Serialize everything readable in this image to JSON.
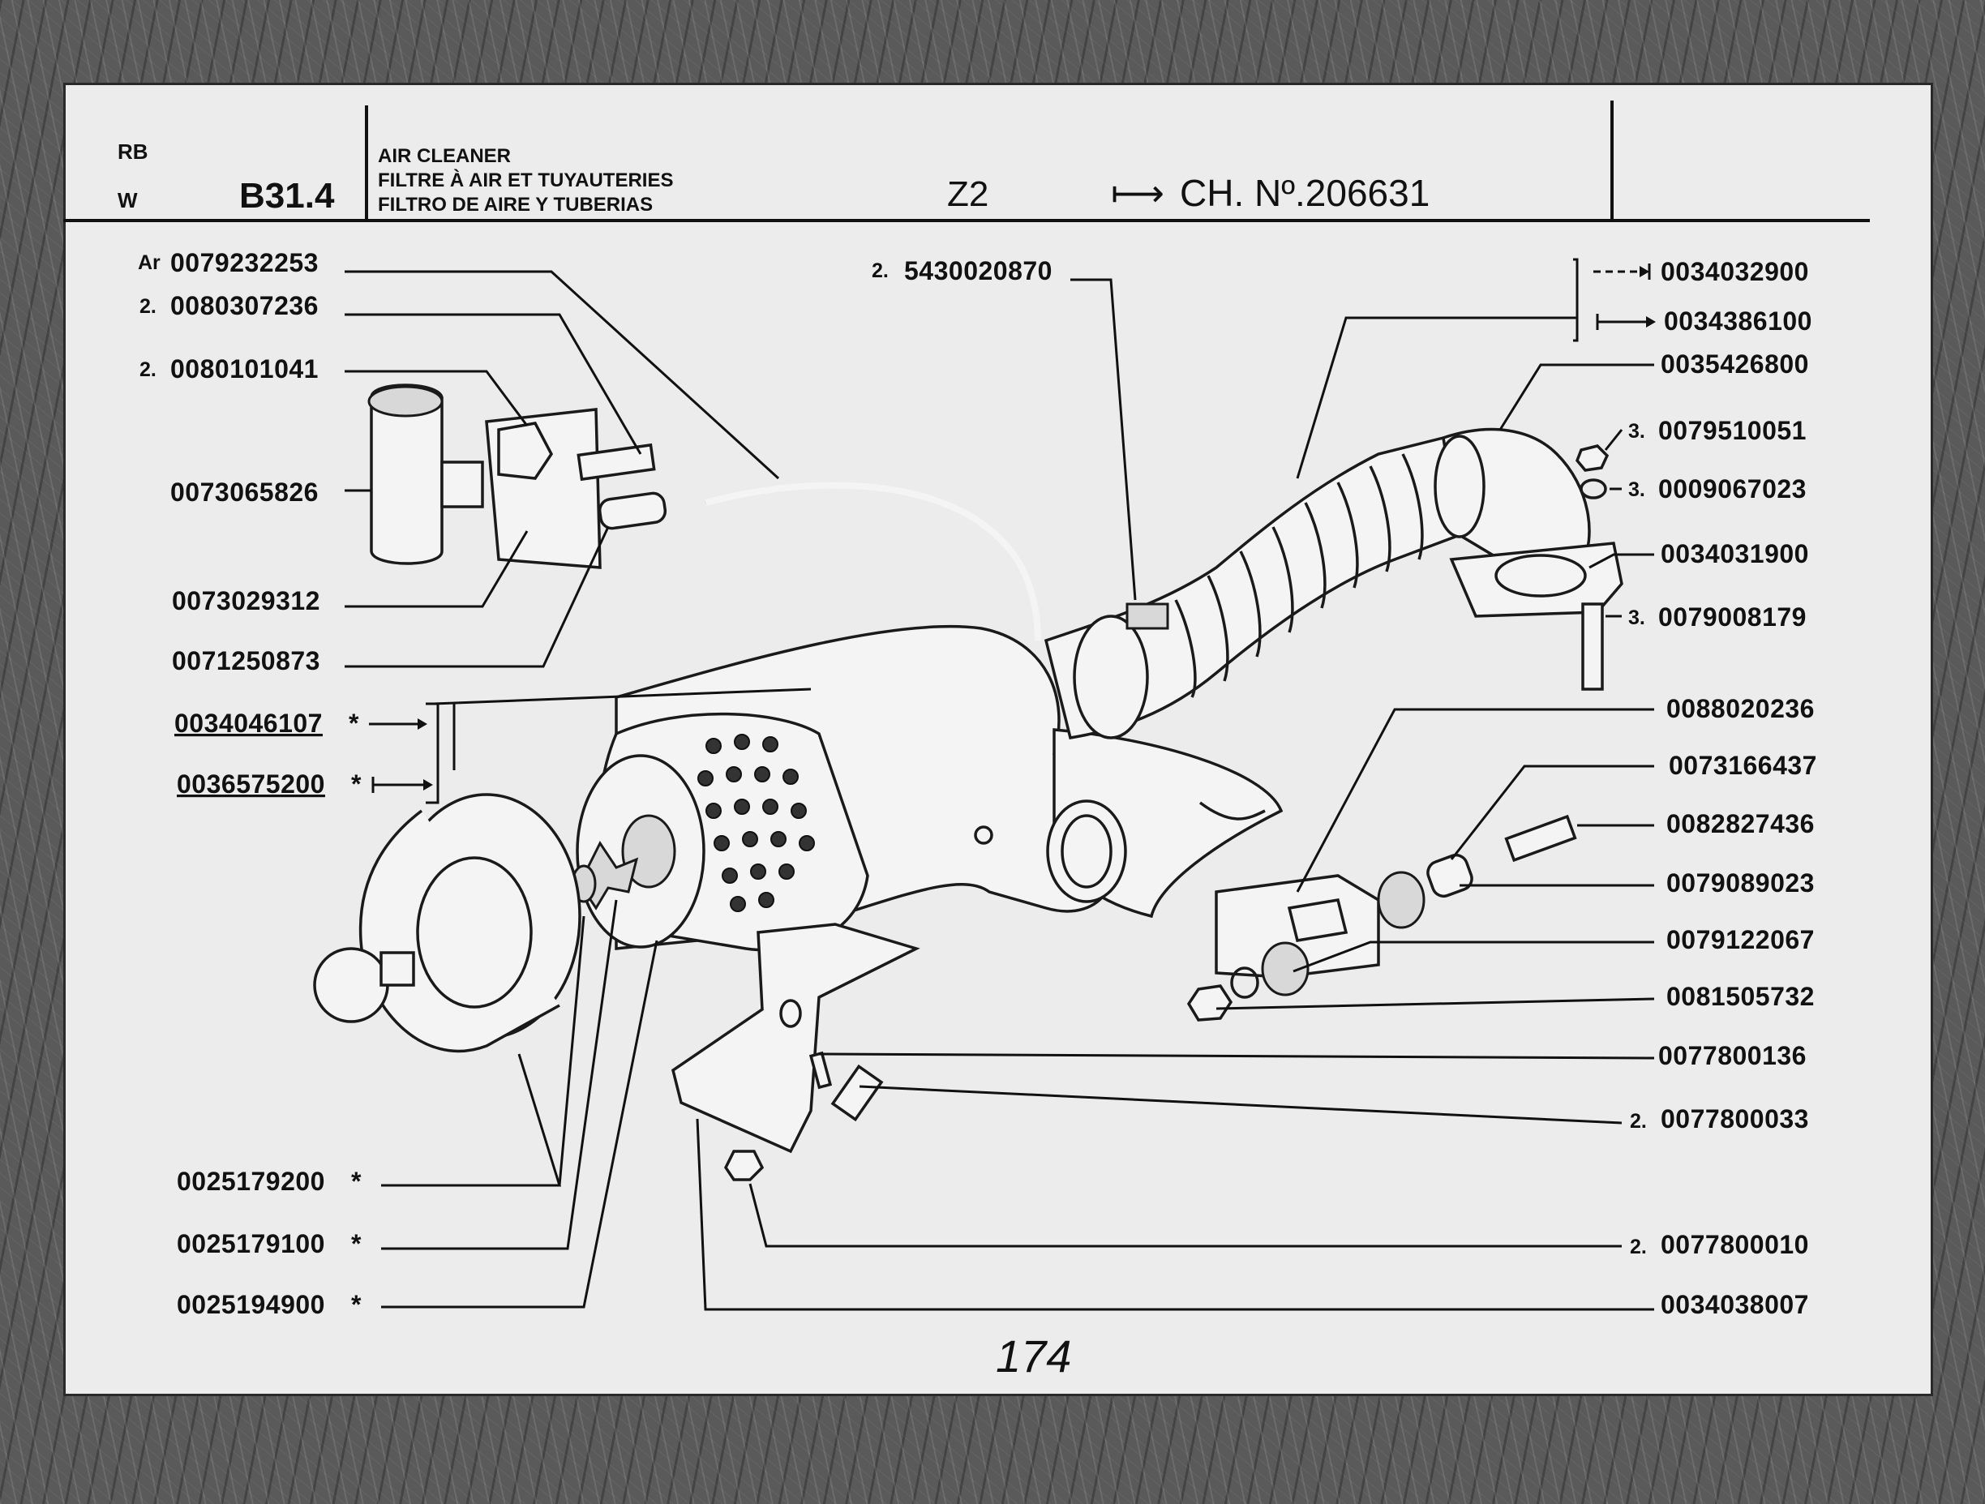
{
  "header": {
    "lang_codes": [
      "RB",
      "W"
    ],
    "section_code": "B31.4",
    "titles": [
      "AIR CLEANER",
      "FILTRE À AIR ET TUYAUTERIES",
      "FILTRO DE AIRE Y TUBERIAS"
    ],
    "model": "Z2",
    "arrow_symbol": "⟼",
    "chassis": "CH. Nº.206631"
  },
  "parts_left": [
    {
      "prefix": "Ar",
      "number": "0079232253",
      "suffix": ""
    },
    {
      "prefix": "2.",
      "number": "0080307236",
      "suffix": ""
    },
    {
      "prefix": "2.",
      "number": "0080101041",
      "suffix": ""
    },
    {
      "prefix": "",
      "number": "0073065826",
      "suffix": ""
    },
    {
      "prefix": "",
      "number": "0073029312",
      "suffix": ""
    },
    {
      "prefix": "",
      "number": "0071250873",
      "suffix": ""
    },
    {
      "prefix": "",
      "number": "0034046107",
      "suffix": "*"
    },
    {
      "prefix": "",
      "number": "0036575200",
      "suffix": "*"
    },
    {
      "prefix": "",
      "number": "0025179200",
      "suffix": "*"
    },
    {
      "prefix": "",
      "number": "0025179100",
      "suffix": "*"
    },
    {
      "prefix": "",
      "number": "0025194900",
      "suffix": "*"
    }
  ],
  "parts_top": [
    {
      "prefix": "2.",
      "number": "5430020870",
      "suffix": ""
    }
  ],
  "parts_right": [
    {
      "prefix": "",
      "number": "0034032900",
      "suffix": ""
    },
    {
      "prefix": "",
      "number": "0034386100",
      "suffix": ""
    },
    {
      "prefix": "",
      "number": "0035426800",
      "suffix": ""
    },
    {
      "prefix": "3.",
      "number": "0079510051",
      "suffix": ""
    },
    {
      "prefix": "3.",
      "number": "0009067023",
      "suffix": ""
    },
    {
      "prefix": "",
      "number": "0034031900",
      "suffix": ""
    },
    {
      "prefix": "3.",
      "number": "0079008179",
      "suffix": ""
    },
    {
      "prefix": "",
      "number": "0088020236",
      "suffix": ""
    },
    {
      "prefix": "",
      "number": "0073166437",
      "suffix": ""
    },
    {
      "prefix": "",
      "number": "0082827436",
      "suffix": ""
    },
    {
      "prefix": "",
      "number": "0079089023",
      "suffix": ""
    },
    {
      "prefix": "",
      "number": "0079122067",
      "suffix": ""
    },
    {
      "prefix": "",
      "number": "0081505732",
      "suffix": ""
    },
    {
      "prefix": "",
      "number": "0077800136",
      "suffix": ""
    },
    {
      "prefix": "2.",
      "number": "0077800033",
      "suffix": ""
    },
    {
      "prefix": "2.",
      "number": "0077800010",
      "suffix": ""
    },
    {
      "prefix": "",
      "number": "0034038007",
      "suffix": ""
    }
  ],
  "page_number": "174"
}
